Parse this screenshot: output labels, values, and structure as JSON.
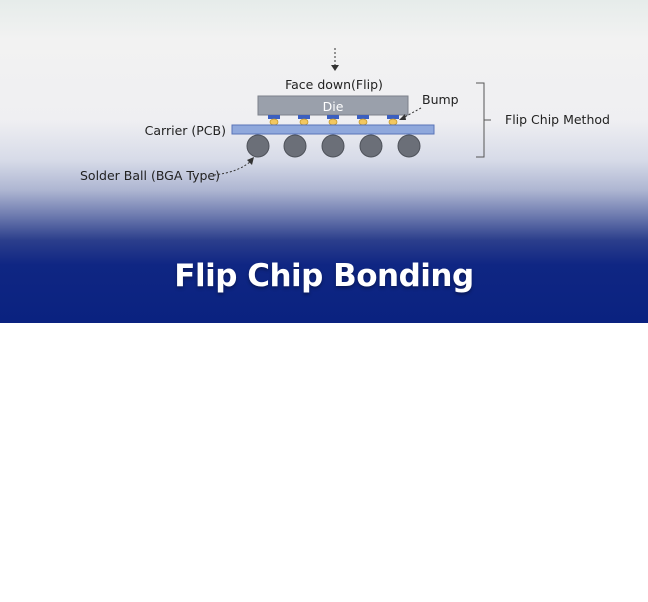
{
  "diagram": {
    "face_down_label": "Face down(Flip)",
    "die_label": "Die",
    "bump_label": "Bump",
    "carrier_label": "Carrier (PCB)",
    "solder_ball_label": "Solder Ball (BGA Type)",
    "method_label": "Flip Chip Method",
    "bump_count": 5,
    "solder_ball_count": 5
  },
  "title": "Flip Chip Bonding",
  "colors": {
    "die": "#9aa0ab",
    "carrier": "#8fa8dc",
    "bump": "#f3c760",
    "pad": "#3b5fc0",
    "solder_ball": "#6b6f78",
    "banner_blue": "#0a2280"
  }
}
